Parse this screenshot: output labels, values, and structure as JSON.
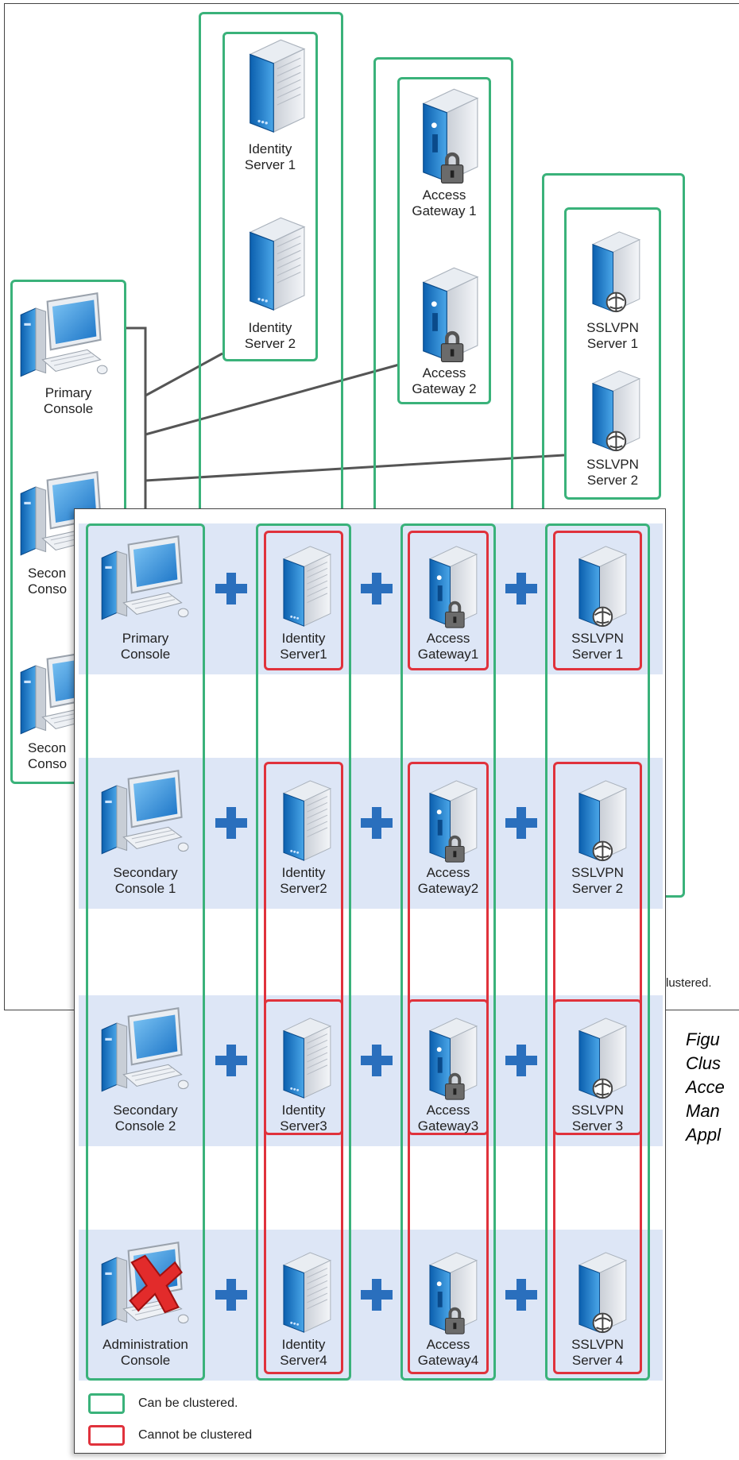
{
  "back_diagram": {
    "consoles": {
      "primary": [
        "Primary",
        "Console"
      ],
      "secondary1_partial": [
        "Secon",
        "Conso"
      ],
      "secondary2_partial": [
        "Secon",
        "Conso"
      ]
    },
    "identity_servers": [
      [
        "Identity",
        "Server 1"
      ],
      [
        "Identity",
        "Server 2"
      ]
    ],
    "access_gateways": [
      [
        "Access",
        "Gateway 1"
      ],
      [
        "Access",
        "Gateway 2"
      ]
    ],
    "sslvpn_servers": [
      [
        "SSLVPN",
        "Server 1"
      ],
      [
        "SSLVPN",
        "Server 2"
      ]
    ],
    "legend_partial": "lustered."
  },
  "front_diagram": {
    "rows": [
      {
        "console": [
          "Primary",
          "Console"
        ],
        "identity": [
          "Identity",
          "Server1"
        ],
        "gateway": [
          "Access",
          "Gateway1"
        ],
        "sslvpn": [
          "SSLVPN",
          "Server 1"
        ],
        "console_type": "normal"
      },
      {
        "console": [
          "Secondary",
          "Console 1"
        ],
        "identity": [
          "Identity",
          "Server2"
        ],
        "gateway": [
          "Access",
          "Gateway2"
        ],
        "sslvpn": [
          "SSLVPN",
          "Server 2"
        ],
        "console_type": "normal"
      },
      {
        "console": [
          "Secondary",
          "Console 2"
        ],
        "identity": [
          "Identity",
          "Server3"
        ],
        "gateway": [
          "Access",
          "Gateway3"
        ],
        "sslvpn": [
          "SSLVPN",
          "Server 3"
        ],
        "console_type": "normal"
      },
      {
        "console": [
          "Administration",
          "Console"
        ],
        "identity": [
          "Identity",
          "Server4"
        ],
        "gateway": [
          "Access",
          "Gateway4"
        ],
        "sslvpn": [
          "SSLVPN",
          "Server 4"
        ],
        "console_type": "crossed"
      }
    ],
    "legend": {
      "green": "Can be clustered.",
      "red": "Cannot be clustered"
    }
  },
  "caption_partial": [
    "Figu",
    "Clus",
    "Acce",
    "Man",
    "Appl"
  ],
  "colors": {
    "clusterable": "#3ab27a",
    "not_clusterable": "#e0323c",
    "row_band": "#dde6f6",
    "plus": "#2a6fbd"
  }
}
